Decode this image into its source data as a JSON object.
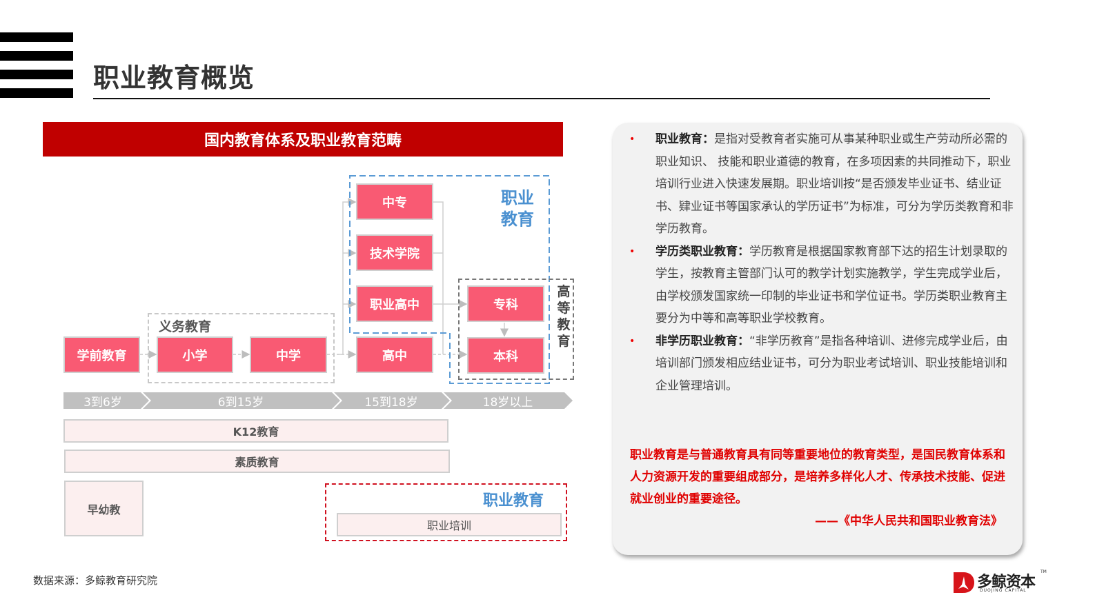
{
  "page": {
    "title": "职业教育概览",
    "source": "数据来源：多鲸教育研究院"
  },
  "diagram": {
    "banner": "国内教育体系及职业教育范畴",
    "nodes": {
      "preschool": "学前教育",
      "primary": "小学",
      "middle": "中学",
      "high": "高中",
      "zhongzhuan": "中专",
      "tech_college": "技术学院",
      "vocational_high": "职业高中",
      "zhuanke": "专科",
      "benke": "本科"
    },
    "group_labels": {
      "compulsory": "义务教育",
      "vocational_line1": "职业",
      "vocational_line2": "教育",
      "higher": [
        "高",
        "等",
        "教",
        "育"
      ]
    },
    "age_ranges": [
      "3到6岁",
      "6到15岁",
      "15到18岁",
      "18岁以上"
    ],
    "categories": {
      "k12": "K12教育",
      "quality": "素质教育",
      "early": "早幼教",
      "vocational_title": "职业教育",
      "vocational_training": "职业培训"
    },
    "colors": {
      "node": "#f95a73",
      "banner": "#c00000",
      "vocational_blue": "#4a90d0",
      "age_bar": "#c0c0c0"
    }
  },
  "panel": {
    "bullets": [
      {
        "term": "职业教育：",
        "text": "是指对受教育者实施可从事某种职业或生产劳动所必需的职业知识、 技能和职业道德的教育，在多项因素的共同推动下，职业培训行业进入快速发展期。职业培训按“是否颁发毕业证书、结业证书、肄业证书等国家承认的学历证书”为标准，可分为学历类教育和非学历教育。"
      },
      {
        "term": "学历类职业教育：",
        "text": "学历教育是根据国家教育部下达的招生计划录取的学生，按教育主管部门认可的教学计划实施教学，学生完成学业后，由学校颁发国家统一印制的毕业证书和学位证书。学历类职业教育主要分为中等和高等职业学校教育。"
      },
      {
        "term": "非学历职业教育：",
        "text": "“非学历教育”是指各种培训、进修完成学业后，由培训部门颁发相应结业证书，可分为职业考试培训、职业技能培训和企业管理培训。"
      }
    ],
    "quote": "职业教育是与普通教育具有同等重要地位的教育类型，是国民教育体系和人力资源开发的重要组成部分，是培养多样化人才、传承技术技能、促进就业创业的重要途径。",
    "quote_source": "——《中华人民共和国职业教育法》"
  },
  "logo": {
    "name": "多鲸资本",
    "subtitle": "DUOJING CAPITAL",
    "tm": "TM"
  }
}
